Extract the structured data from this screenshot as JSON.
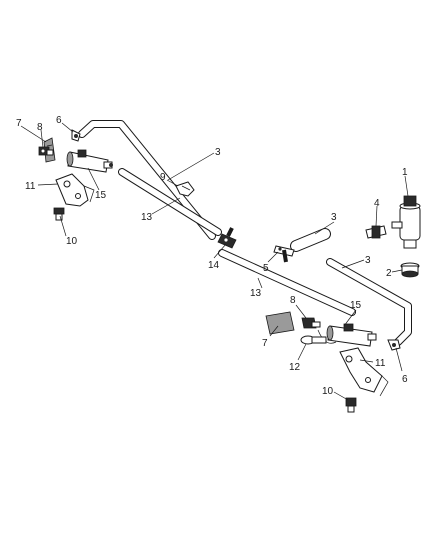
{
  "callouts": [
    {
      "id": "c7a",
      "text": "7"
    },
    {
      "id": "c8a",
      "text": "8"
    },
    {
      "id": "c6a",
      "text": "6"
    },
    {
      "id": "c3a",
      "text": "3"
    },
    {
      "id": "c9",
      "text": "9"
    },
    {
      "id": "c11a",
      "text": "11"
    },
    {
      "id": "c15a",
      "text": "15"
    },
    {
      "id": "c13a",
      "text": "13"
    },
    {
      "id": "c10a",
      "text": "10"
    },
    {
      "id": "c1",
      "text": "1"
    },
    {
      "id": "c4",
      "text": "4"
    },
    {
      "id": "c3b",
      "text": "3"
    },
    {
      "id": "c14",
      "text": "14"
    },
    {
      "id": "c5",
      "text": "5"
    },
    {
      "id": "c3c",
      "text": "3"
    },
    {
      "id": "c2",
      "text": "2"
    },
    {
      "id": "c13b",
      "text": "13"
    },
    {
      "id": "c8b",
      "text": "8"
    },
    {
      "id": "c15b",
      "text": "15"
    },
    {
      "id": "c7b",
      "text": "7"
    },
    {
      "id": "c12",
      "text": "12"
    },
    {
      "id": "c11b",
      "text": "11"
    },
    {
      "id": "c6b",
      "text": "6"
    },
    {
      "id": "c10b",
      "text": "10"
    }
  ]
}
